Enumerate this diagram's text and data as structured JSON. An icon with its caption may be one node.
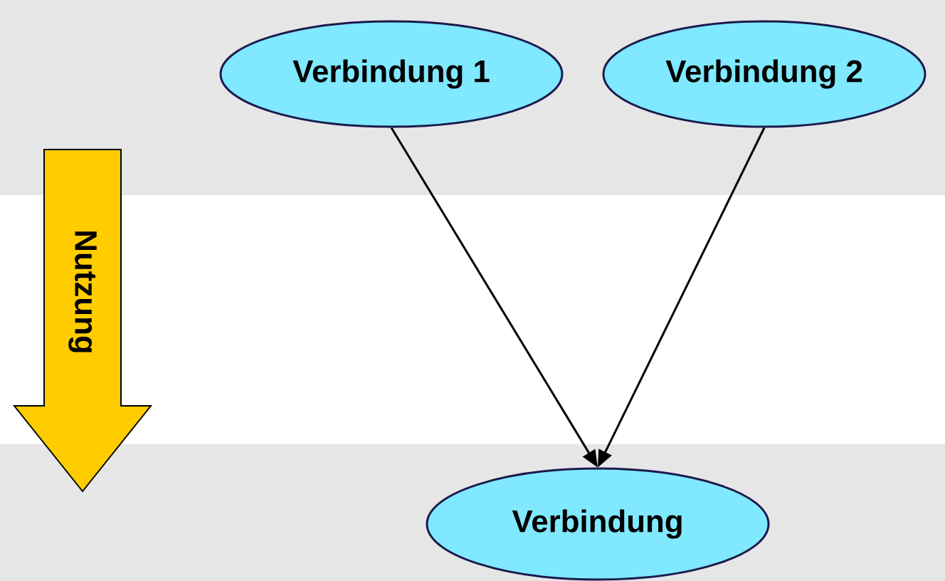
{
  "diagram": {
    "nodes": [
      {
        "text": [
          "Verbindung 1"
        ]
      },
      {
        "text": [
          "Verbindung 2"
        ]
      },
      {
        "text": [
          "Nutzung"
        ]
      },
      {
        "text": [
          "Verbindung"
        ]
      }
    ],
    "edges": [
      {
        "from": 0,
        "to": 3,
        "arrow": "to"
      },
      {
        "from": 1,
        "to": 3,
        "arrow": "to"
      }
    ]
  }
}
